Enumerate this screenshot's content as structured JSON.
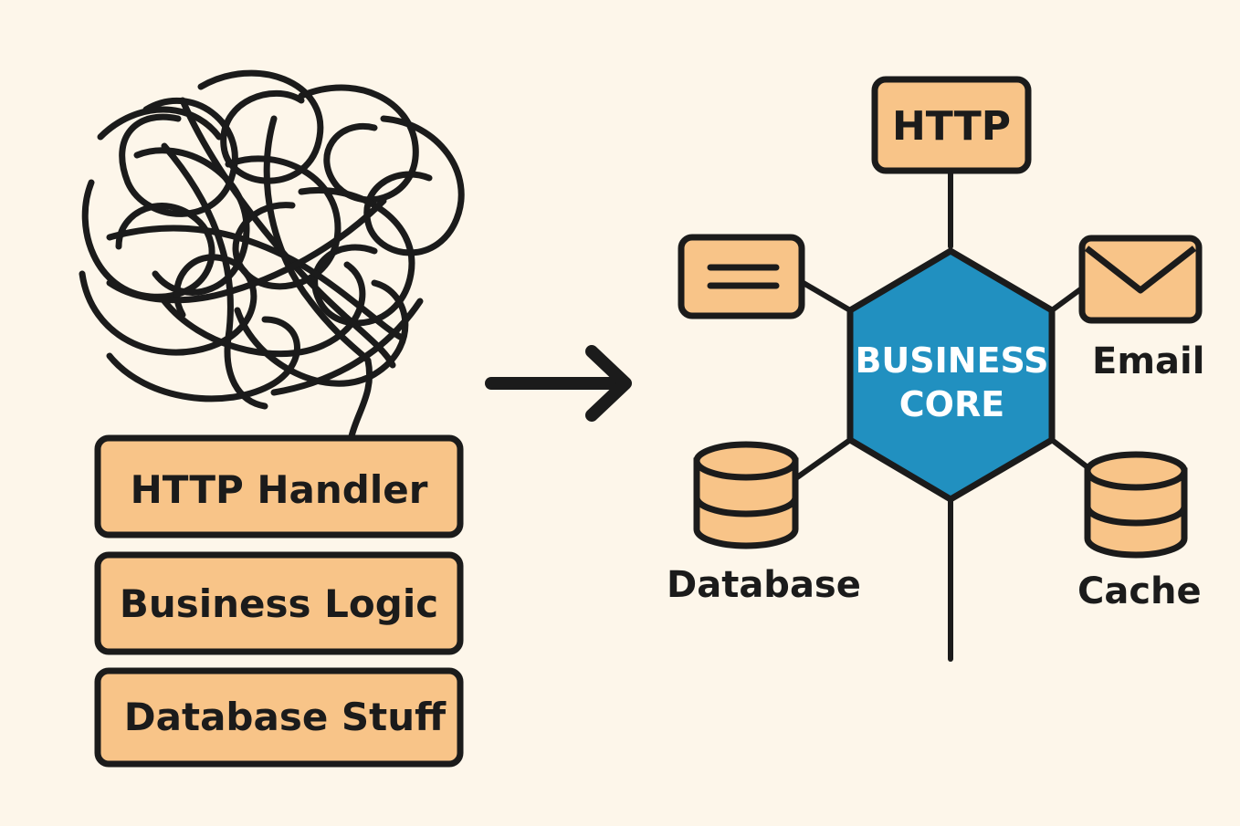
{
  "left_stack": {
    "layers": [
      {
        "label": "HTTP Handler"
      },
      {
        "label": "Business Logic"
      },
      {
        "label": "Database Stuff"
      }
    ]
  },
  "right_diagram": {
    "core": {
      "line1": "BUSINESS",
      "line2": "CORE"
    },
    "nodes": {
      "http": "HTTP",
      "email": "Email",
      "database": "Database",
      "cache": "Cache"
    }
  },
  "colors": {
    "background": "#fdf6ea",
    "box_fill": "#f8c488",
    "core_fill": "#2190c0",
    "stroke": "#1b1b1b"
  },
  "icons": {
    "tangle": "tangled-spaghetti-icon",
    "arrow": "right-arrow-icon",
    "menu_box": "menu-lines-icon",
    "email": "envelope-icon",
    "database": "database-cylinder-icon",
    "cache": "cache-cylinder-icon"
  }
}
